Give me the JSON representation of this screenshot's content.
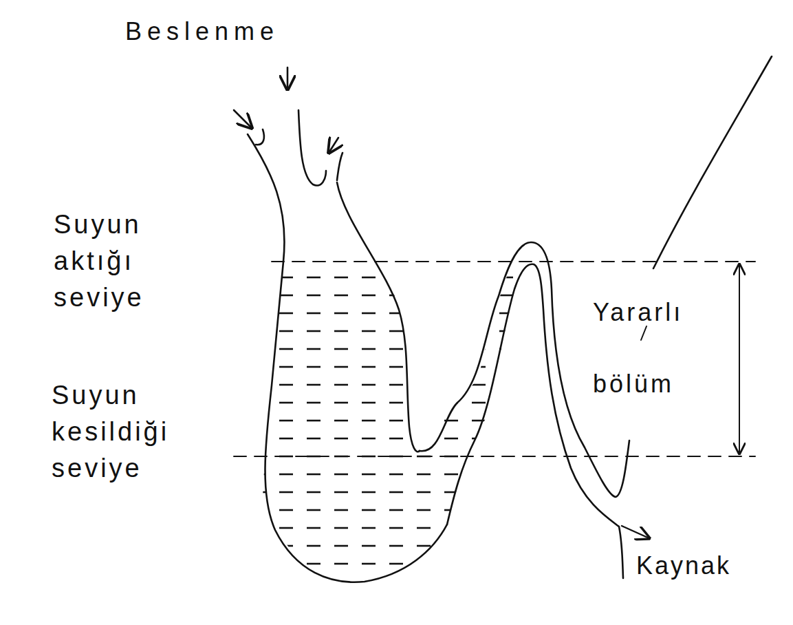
{
  "diagram": {
    "labels": [
      "Beslenme",
      "Suyun aktığı seviye",
      "Suyun kesildiği seviye",
      "Yararlı bölüm",
      "Kaynak"
    ]
  }
}
